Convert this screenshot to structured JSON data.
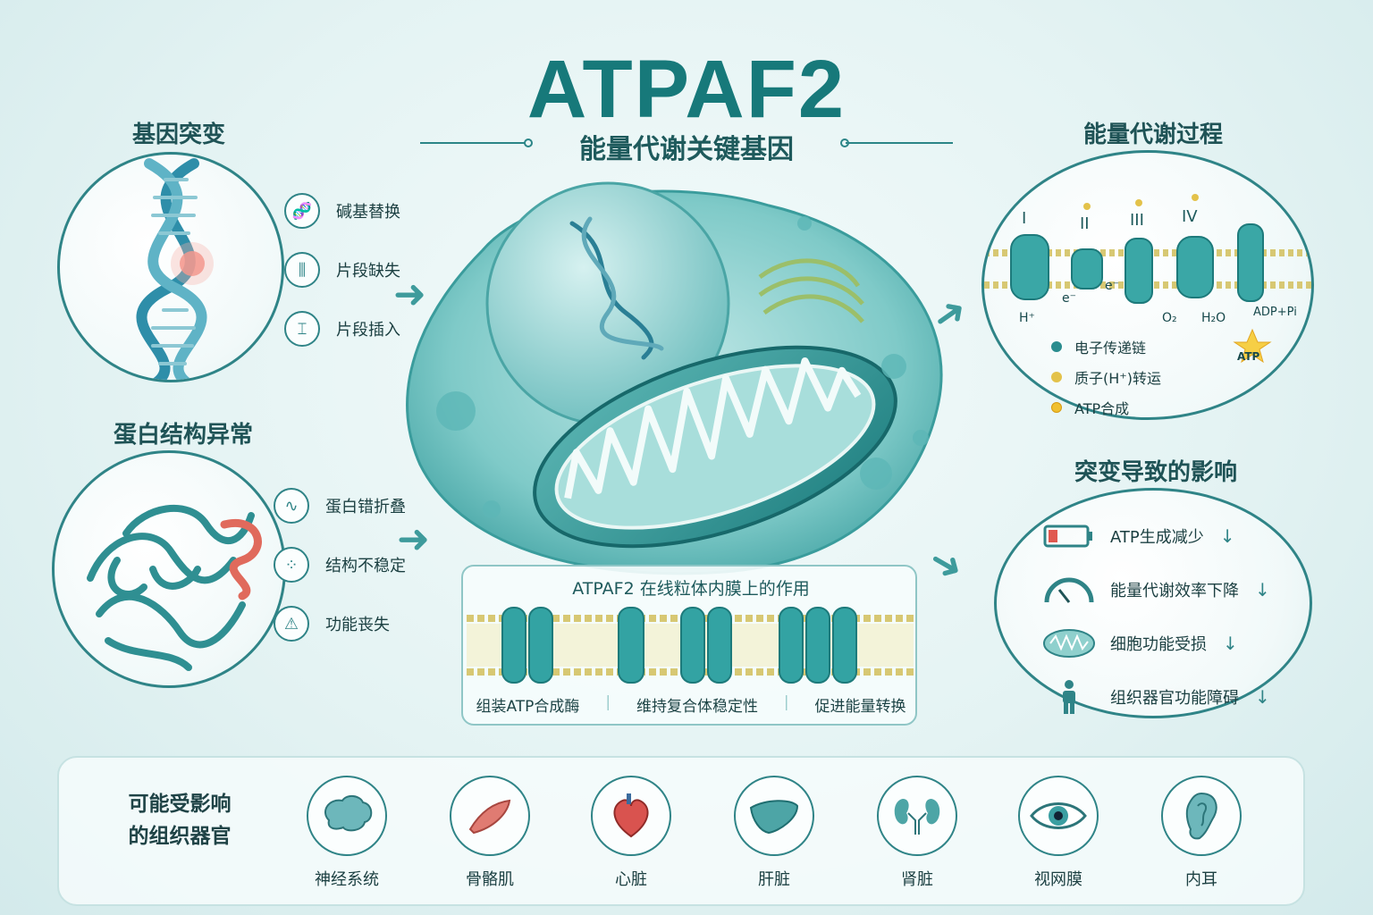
{
  "header": {
    "title": "ATPAF2",
    "subtitle": "能量代谢关键基因"
  },
  "gene_mutation": {
    "title": "基因突变",
    "items": [
      {
        "label": "碱基替换",
        "icon": "dna-icon"
      },
      {
        "label": "片段缺失",
        "icon": "deletion-icon"
      },
      {
        "label": "片段插入",
        "icon": "insertion-icon"
      }
    ]
  },
  "protein_structure": {
    "title": "蛋白结构异常",
    "items": [
      {
        "label": "蛋白错折叠",
        "icon": "misfold-icon"
      },
      {
        "label": "结构不稳定",
        "icon": "unstable-icon"
      },
      {
        "label": "功能丧失",
        "icon": "loss-icon"
      }
    ]
  },
  "function_box": {
    "title": "ATPAF2 在线粒体内膜上的作用",
    "roles": [
      "组装ATP合成酶",
      "维持复合体稳定性",
      "促进能量转换"
    ]
  },
  "energy_process": {
    "title": "能量代谢过程",
    "complexes": [
      "I",
      "II",
      "III",
      "IV"
    ],
    "labels": {
      "h_plus": "H⁺",
      "e1": "e⁻",
      "e2": "e⁻",
      "o2": "O₂",
      "h2o": "H₂O",
      "adp": "ADP+Pi",
      "atp": "ATP"
    },
    "legend": [
      {
        "label": "电子传递链",
        "color": "#2a8c8e"
      },
      {
        "label": "质子(H⁺)转运",
        "color": "#e3c24a"
      },
      {
        "label": "ATP合成",
        "color": "#f0c030"
      }
    ]
  },
  "effects": {
    "title": "突变导致的影响",
    "items": [
      {
        "label": "ATP生成减少",
        "icon": "battery-low-icon",
        "arrow": "↓"
      },
      {
        "label": "能量代谢效率下降",
        "icon": "gauge-icon",
        "arrow": "↓"
      },
      {
        "label": "细胞功能受损",
        "icon": "mitochondrion-icon",
        "arrow": "↓"
      },
      {
        "label": "组织器官功能障碍",
        "icon": "person-icon",
        "arrow": "↓"
      }
    ]
  },
  "organs": {
    "heading_line1": "可能受影响",
    "heading_line2": "的组织器官",
    "items": [
      {
        "label": "神经系统",
        "icon": "brain-icon"
      },
      {
        "label": "骨骼肌",
        "icon": "muscle-icon"
      },
      {
        "label": "心脏",
        "icon": "heart-icon"
      },
      {
        "label": "肝脏",
        "icon": "liver-icon"
      },
      {
        "label": "肾脏",
        "icon": "kidney-icon"
      },
      {
        "label": "视网膜",
        "icon": "eye-icon"
      },
      {
        "label": "内耳",
        "icon": "ear-icon"
      }
    ]
  },
  "colors": {
    "accent": "#17797a",
    "teal_dark": "#2f8487",
    "mutation_red": "#e0584f",
    "lipid_yellow": "#e6d27a"
  }
}
